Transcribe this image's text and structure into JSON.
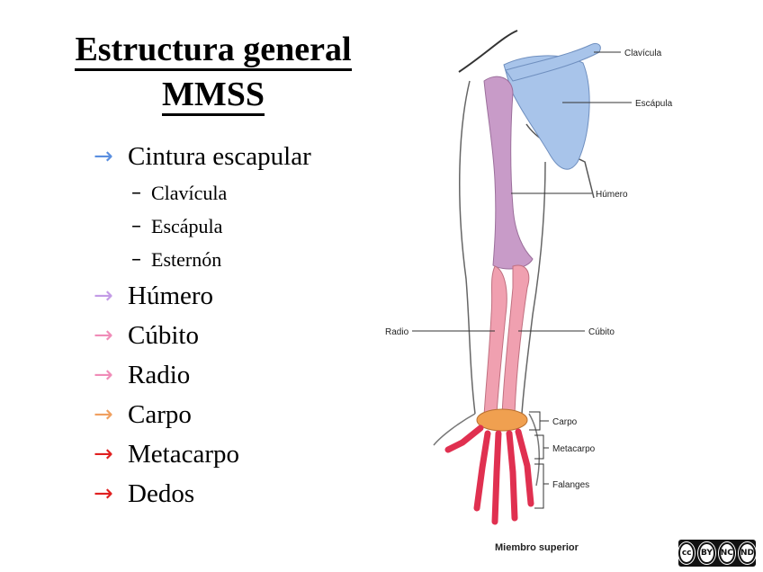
{
  "title": {
    "line1": "Estructura general",
    "line2": "MMSS"
  },
  "items": [
    {
      "label": "Cintura escapular",
      "color": "#5b8fe0"
    },
    {
      "label": "Húmero",
      "color": "#c39be6"
    },
    {
      "label": "Cúbito",
      "color": "#f08cb8"
    },
    {
      "label": "Radio",
      "color": "#f08cb8"
    },
    {
      "label": "Carpo",
      "color": "#f0a060"
    },
    {
      "label": "Metacarpo",
      "color": "#e02020"
    },
    {
      "label": "Dedos",
      "color": "#e02020"
    }
  ],
  "subitems": [
    "Clavícula",
    "Escápula",
    "Esternón"
  ],
  "arrow_glyph": "→",
  "dash_glyph": "–",
  "diagram": {
    "labels": {
      "clavicula": "Clavícula",
      "escapula": "Escápula",
      "humero": "Húmero",
      "radio": "Radio",
      "cubito": "Cúbito",
      "carpo": "Carpo",
      "metacarpo": "Metacarpo",
      "falanges": "Falanges"
    },
    "caption": "Miembro superior",
    "colors": {
      "scapula": "#a8c4ea",
      "humerus": "#c89bc8",
      "forearm": "#f0a0b0",
      "carpus": "#f0a050",
      "hand": "#e03050"
    }
  },
  "license": {
    "cc": "cc",
    "by": "BY",
    "nc": "NC",
    "nd": "ND"
  }
}
